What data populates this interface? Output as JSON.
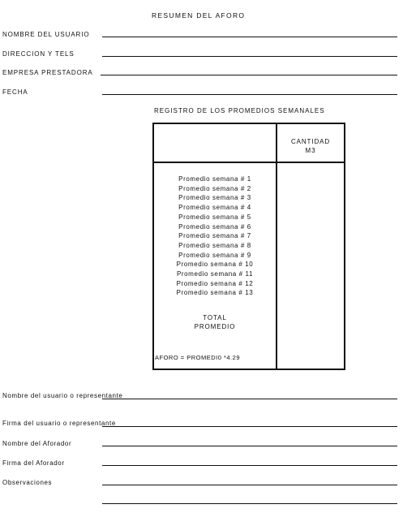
{
  "title": "RESUMEN DEL AFORO",
  "top_fields": [
    "NOMBRE DEL USUARIO",
    "DIRECCION Y TELS",
    "EMPRESA PRESTADORA",
    "FECHA"
  ],
  "registro": {
    "title": "REGISTRO DE LOS PROMEDIOS SEMANALES",
    "cantidad_label": "CANTIDAD",
    "unit_label": "M3",
    "weeks": [
      "Promedio semana # 1",
      "Promedio semana # 2",
      "Promedio semana # 3",
      "Promedio semana # 4",
      "Promedio semana # 5",
      "Promedio semana # 6",
      "Promedio semana # 7",
      "Promedio semana # 8",
      "Promedio semana # 9",
      "Promedio semana # 10",
      "Promedio semana # 11",
      "Promedio semana # 12",
      "Promedio semana # 13"
    ],
    "total_label": "TOTAL",
    "promedio_label": "PROMEDIO",
    "aforo_formula": "AFORO = PROMEDI0 *4.29"
  },
  "bottom_fields": [
    "Nombre del usuario o representante",
    "Firma del usuario o representante",
    "Nombre del Aforador",
    "Firma del Aforador",
    "Observaciones"
  ]
}
